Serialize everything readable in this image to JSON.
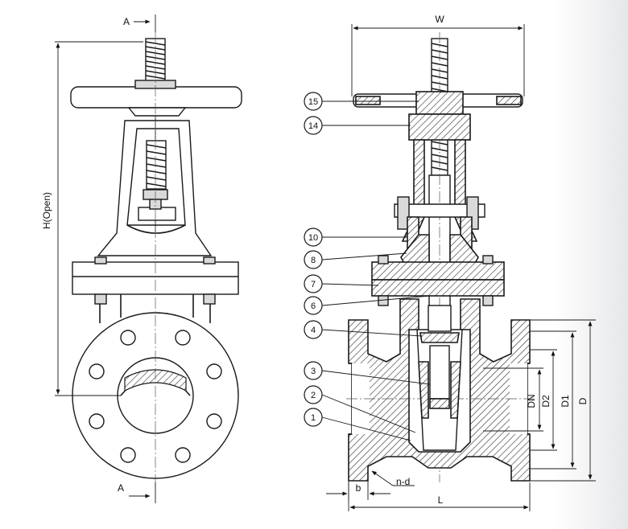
{
  "section_marks": {
    "top": "A",
    "bottom": "A"
  },
  "dimensions": {
    "height_open": "H(Open)",
    "width": "W",
    "length": "L",
    "thickness": "b",
    "bolt_holes": "n-d",
    "nominal": "DN",
    "d2": "D2",
    "d1": "D1",
    "d": "D"
  },
  "callouts": [
    "15",
    "14",
    "10",
    "8",
    "7",
    "6",
    "4",
    "3",
    "2",
    "1"
  ]
}
